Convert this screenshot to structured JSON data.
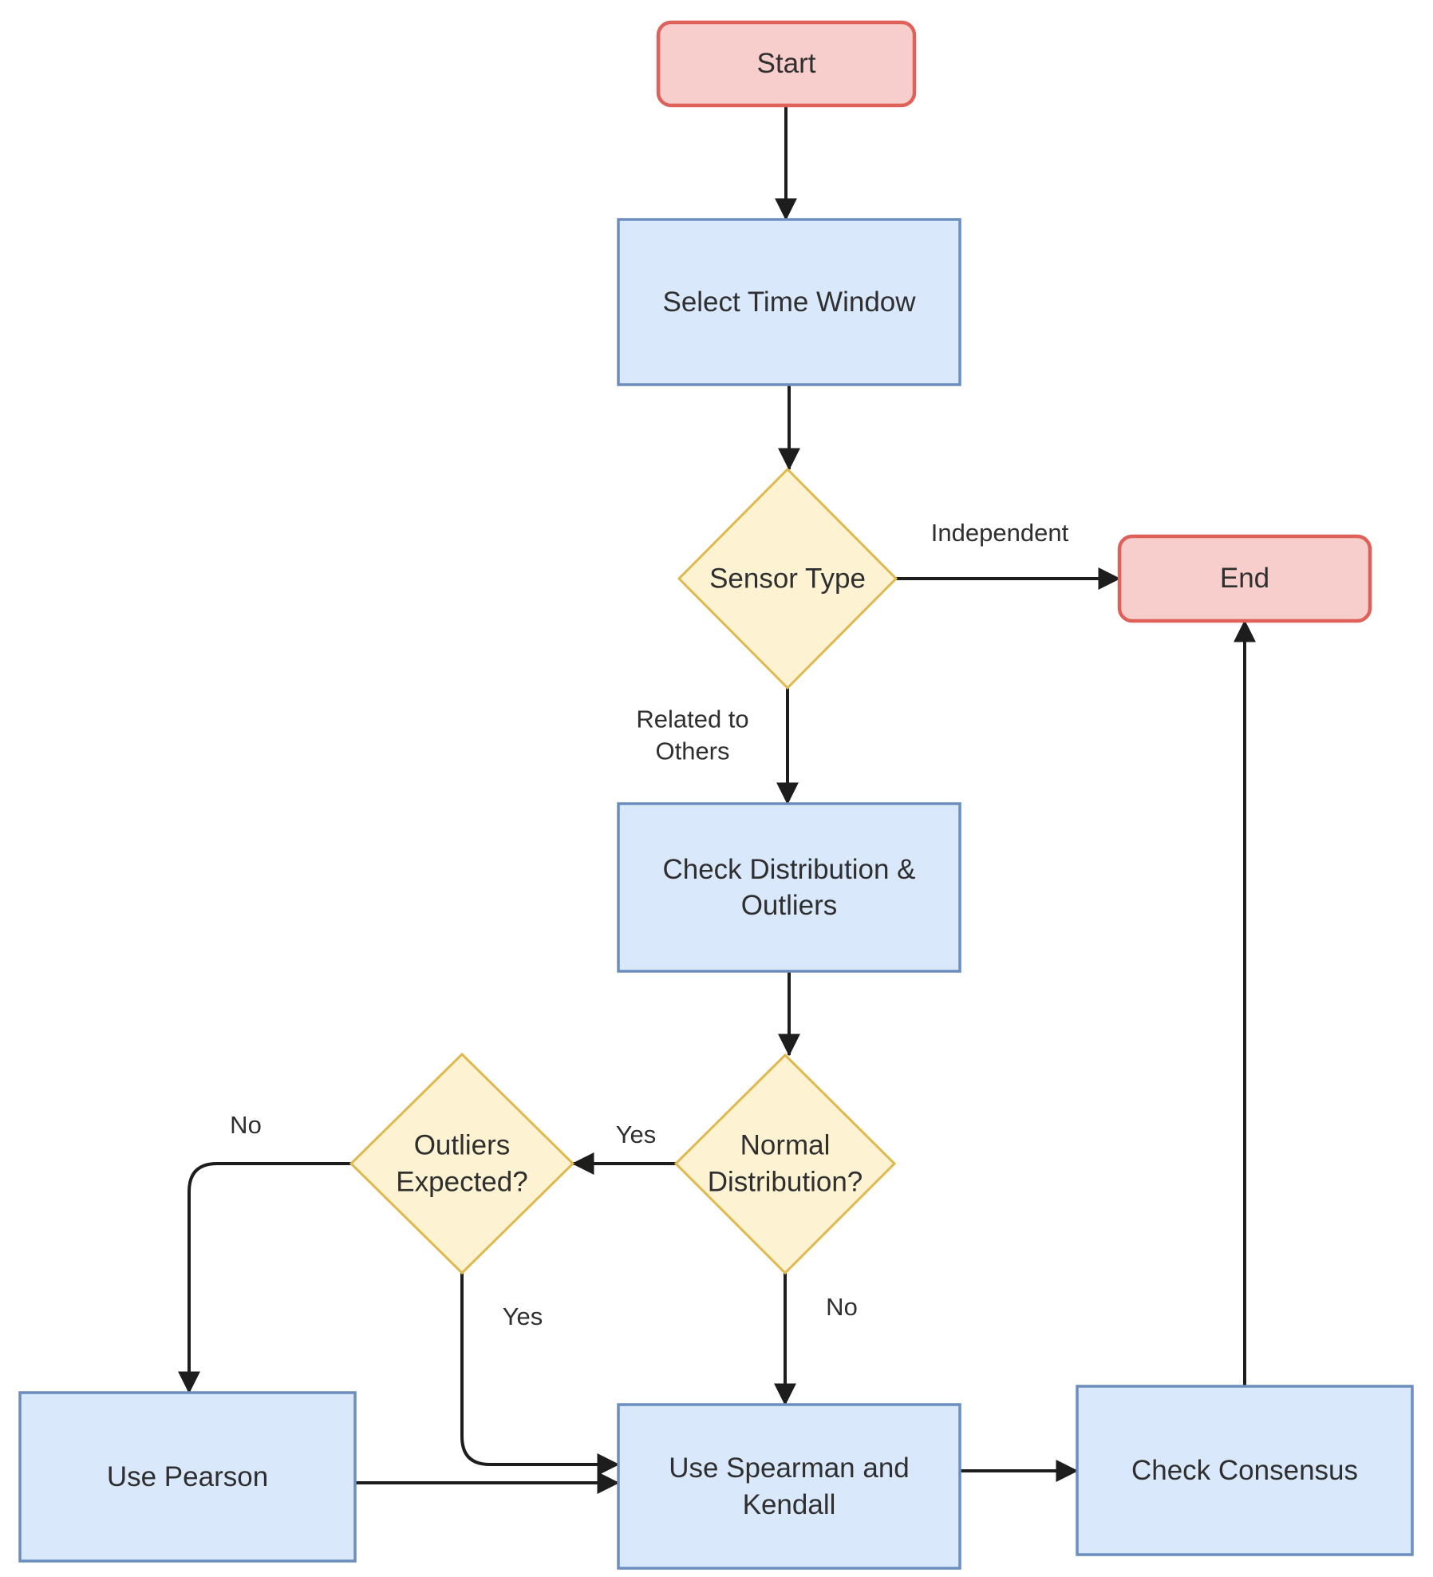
{
  "diagram": {
    "type": "flowchart",
    "background": "#ffffff"
  },
  "nodes": {
    "start": {
      "label": "Start",
      "shape": "rounded-rectangle",
      "kind": "terminal"
    },
    "select_time_window": {
      "label": "Select Time Window",
      "shape": "rectangle",
      "kind": "process"
    },
    "sensor_type": {
      "label": "Sensor Type",
      "shape": "diamond",
      "kind": "decision"
    },
    "end": {
      "label": "End",
      "shape": "rounded-rectangle",
      "kind": "terminal"
    },
    "check_distribution_outliers": {
      "label": "Check Distribution &\nOutliers",
      "shape": "rectangle",
      "kind": "process"
    },
    "normal_distribution": {
      "label": "Normal\nDistribution?",
      "shape": "diamond",
      "kind": "decision"
    },
    "outliers_expected": {
      "label": "Outliers\nExpected?",
      "shape": "diamond",
      "kind": "decision"
    },
    "use_pearson": {
      "label": "Use Pearson",
      "shape": "rectangle",
      "kind": "process"
    },
    "use_spearman_kendall": {
      "label": "Use Spearman and\nKendall",
      "shape": "rectangle",
      "kind": "process"
    },
    "check_consensus": {
      "label": "Check Consensus",
      "shape": "rectangle",
      "kind": "process"
    }
  },
  "edges": [
    {
      "from": "start",
      "to": "select_time_window",
      "label": ""
    },
    {
      "from": "select_time_window",
      "to": "sensor_type",
      "label": ""
    },
    {
      "from": "sensor_type",
      "to": "end",
      "label": "Independent"
    },
    {
      "from": "sensor_type",
      "to": "check_distribution_outliers",
      "label": "Related to\nOthers"
    },
    {
      "from": "check_distribution_outliers",
      "to": "normal_distribution",
      "label": ""
    },
    {
      "from": "normal_distribution",
      "to": "outliers_expected",
      "label": "Yes"
    },
    {
      "from": "normal_distribution",
      "to": "use_spearman_kendall",
      "label": "No"
    },
    {
      "from": "outliers_expected",
      "to": "use_pearson",
      "label": "No"
    },
    {
      "from": "outliers_expected",
      "to": "use_spearman_kendall",
      "label": "Yes"
    },
    {
      "from": "use_pearson",
      "to": "use_spearman_kendall",
      "label": ""
    },
    {
      "from": "use_spearman_kendall",
      "to": "check_consensus",
      "label": ""
    },
    {
      "from": "check_consensus",
      "to": "end",
      "label": ""
    }
  ],
  "colors": {
    "process_fill": "#dae8fc",
    "process_stroke": "#6c8ebf",
    "decision_fill": "#fdf3d3",
    "decision_stroke": "#dfb84e",
    "terminal_fill": "#f8cecc",
    "terminal_stroke": "#e0605a",
    "edge_stroke": "#1d1d1d",
    "text": "#2f2f2f",
    "background": "#ffffff"
  }
}
